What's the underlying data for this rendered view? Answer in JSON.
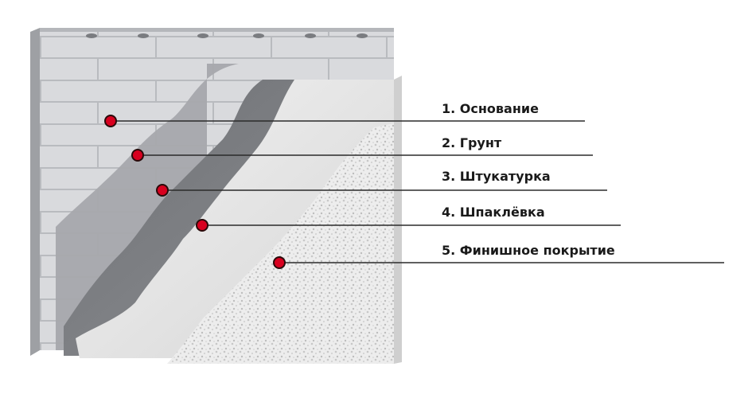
{
  "layers": [
    {
      "number": "1.",
      "name": "Основание",
      "label": "1. Основание"
    },
    {
      "number": "2.",
      "name": "Грунт",
      "label": "2. Грунт"
    },
    {
      "number": "3.",
      "name": "Штукатурка",
      "label": "3. Штукатурка"
    },
    {
      "number": "4.",
      "name": "Шпаклёвка",
      "label": "4. Шпаклёвка"
    },
    {
      "number": "5.",
      "name": "Финишное покрытие",
      "label": "5. Финишное покрытие"
    }
  ],
  "colors": {
    "marker": "#d8001f",
    "marker_ring": "#2a0a0a",
    "leader_line": "#2b2b2b",
    "brick": "#d9dadd",
    "brick_mortar": "#b8babe",
    "primer": "#9c9ea2",
    "plaster": "#7c7e82",
    "putty": "#e6e6e6",
    "finish": "#efefef"
  }
}
